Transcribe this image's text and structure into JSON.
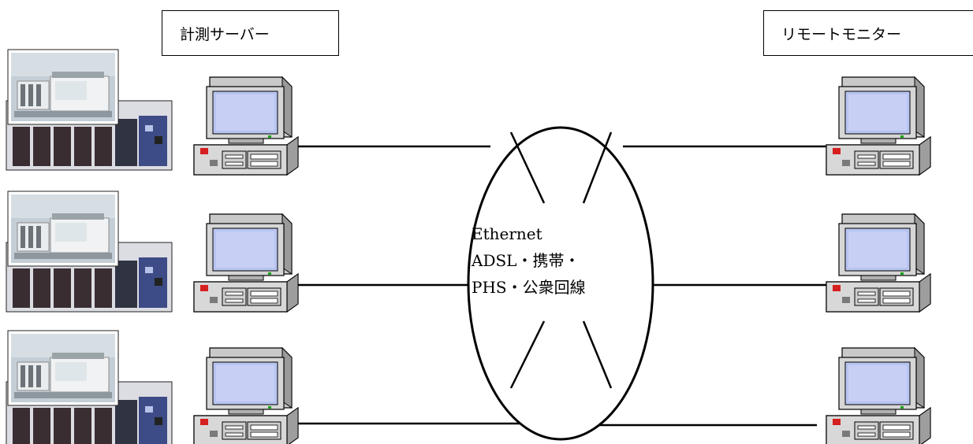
{
  "labels": {
    "server": "計測サーバー",
    "remote": "リモートモニター"
  },
  "network": {
    "line1": "Ethernet",
    "line2_a": "ADSL",
    "line2_b": "・携帯・",
    "line3_a": "PHS",
    "line3_b": "・公衆回線"
  },
  "icons": {
    "device": "measuring-instrument-photo",
    "computer": "desktop-computer-icon",
    "cloud": "network-ellipse"
  },
  "colors": {
    "screen": "#b8c4f0",
    "monitor_body": "#d4d4d4",
    "line": "#000000"
  }
}
